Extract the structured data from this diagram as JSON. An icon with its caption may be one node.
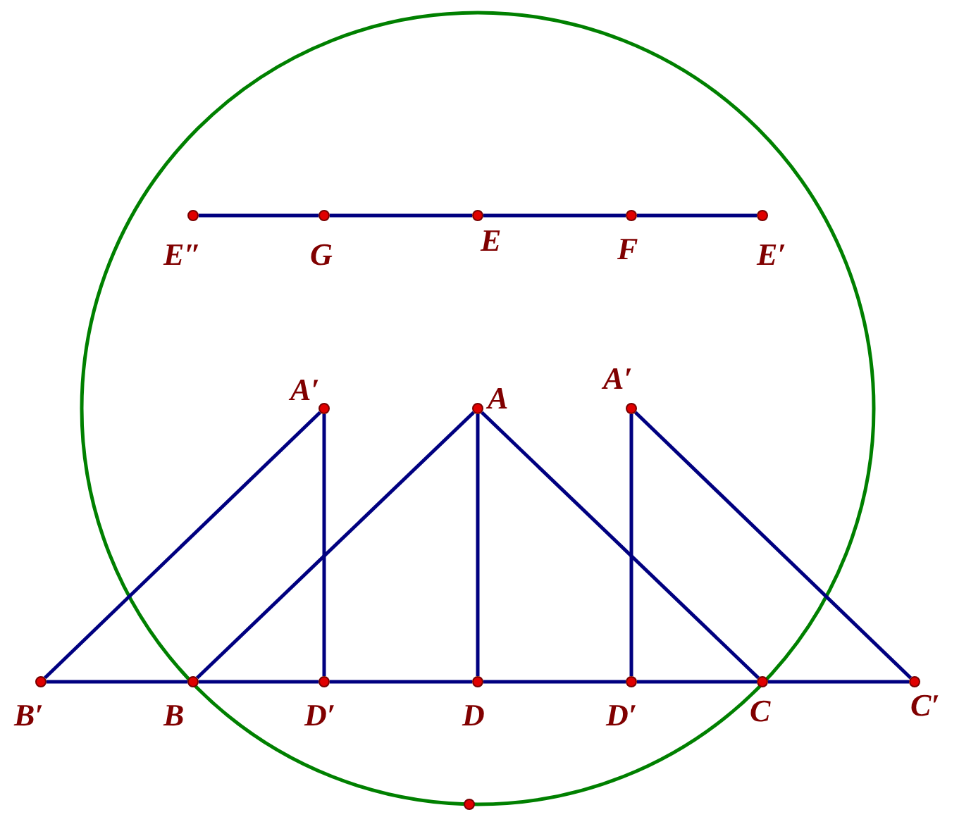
{
  "diagram": {
    "nodes": [
      {
        "text": [],
        "shape": "circle",
        "beside": [
          "E″"
        ]
      },
      {
        "text": [],
        "shape": "circle",
        "beside": [
          "G"
        ]
      },
      {
        "text": [],
        "shape": "circle",
        "beside": [
          "E"
        ]
      },
      {
        "text": [],
        "shape": "circle",
        "beside": [
          "F"
        ]
      },
      {
        "text": [],
        "shape": "circle",
        "beside": [
          "E′"
        ]
      },
      {
        "text": [],
        "shape": "circle",
        "beside": [
          "A′"
        ]
      },
      {
        "text": [],
        "shape": "circle",
        "beside": [
          "A"
        ]
      },
      {
        "text": [],
        "shape": "circle",
        "beside": [
          "A′"
        ]
      },
      {
        "text": [],
        "shape": "circle",
        "beside": [
          "B′"
        ]
      },
      {
        "text": [],
        "shape": "circle",
        "beside": [
          "B"
        ]
      },
      {
        "text": [],
        "shape": "circle",
        "beside": [
          "D′"
        ]
      },
      {
        "text": [],
        "shape": "circle",
        "beside": [
          "D"
        ]
      },
      {
        "text": [],
        "shape": "circle",
        "beside": [
          "D′"
        ]
      },
      {
        "text": [],
        "shape": "circle",
        "beside": [
          "C"
        ]
      },
      {
        "text": [],
        "shape": "circle",
        "beside": [
          "C′"
        ]
      },
      {
        "text": [],
        "shape": "circle"
      }
    ],
    "edges": [
      {
        "from": 0,
        "to": 1,
        "arrow": "none"
      },
      {
        "from": 1,
        "to": 2,
        "arrow": "none"
      },
      {
        "from": 2,
        "to": 3,
        "arrow": "none"
      },
      {
        "from": 3,
        "to": 4,
        "arrow": "none"
      },
      {
        "from": 8,
        "to": 5,
        "arrow": "none"
      },
      {
        "from": 5,
        "to": 10,
        "arrow": "none"
      },
      {
        "from": 9,
        "to": 6,
        "arrow": "none"
      },
      {
        "from": 6,
        "to": 11,
        "arrow": "none"
      },
      {
        "from": 6,
        "to": 13,
        "arrow": "none"
      },
      {
        "from": 7,
        "to": 12,
        "arrow": "none"
      },
      {
        "from": 7,
        "to": 14,
        "arrow": "none"
      },
      {
        "from": 8,
        "to": 9,
        "arrow": "none"
      },
      {
        "from": 9,
        "to": 10,
        "arrow": "none"
      },
      {
        "from": 10,
        "to": 11,
        "arrow": "none"
      },
      {
        "from": 11,
        "to": 12,
        "arrow": "none"
      },
      {
        "from": 12,
        "to": 13,
        "arrow": "none"
      },
      {
        "from": 13,
        "to": 14,
        "arrow": "none"
      }
    ]
  }
}
